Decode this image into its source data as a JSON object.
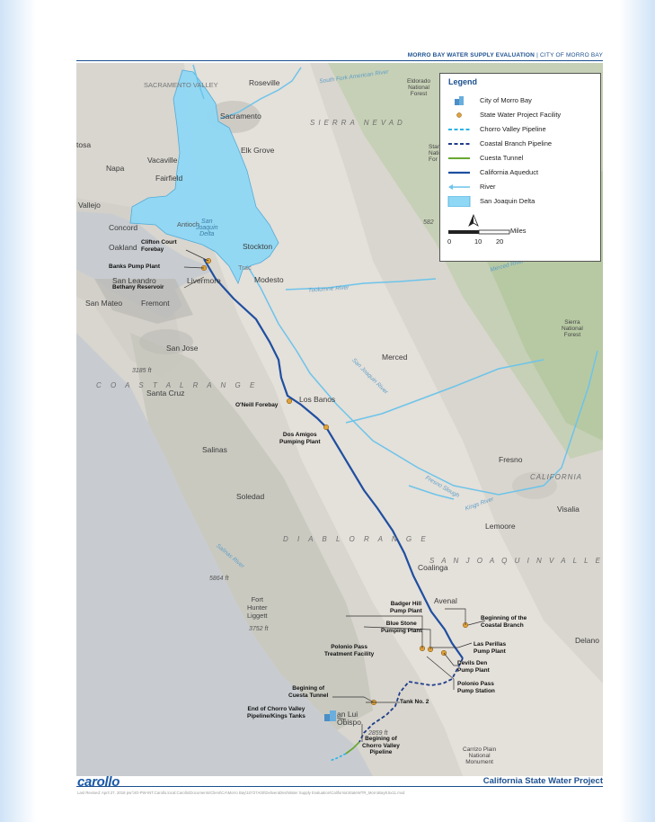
{
  "header": {
    "report_title": "MORRO BAY WATER SUPPLY EVALUATION",
    "separator": "|",
    "city": "CITY OF MORRO BAY"
  },
  "legend": {
    "title": "Legend",
    "items": [
      {
        "label": "City of Morro Bay",
        "icon": "city-icon"
      },
      {
        "label": "State Water Project Facility",
        "icon": "facility-dot",
        "color": "#e0a23c"
      },
      {
        "label": "Chorro Valley Pipeline",
        "icon": "dashed-light-line",
        "color": "#2bb3e6"
      },
      {
        "label": "Coastal Branch Pipeline",
        "icon": "dashed-dark-line",
        "color": "#1f3d8a"
      },
      {
        "label": "Cuesta Tunnel",
        "icon": "green-line",
        "color": "#6aa832"
      },
      {
        "label": "California Aqueduct",
        "icon": "blue-line",
        "color": "#1f4fa0"
      },
      {
        "label": "River",
        "icon": "river-arrow",
        "color": "#6cc4ea"
      },
      {
        "label": "San Joaquin Delta",
        "icon": "delta-swatch",
        "color": "#8fd8f5"
      }
    ],
    "scale": {
      "unit": "Miles",
      "ticks": [
        "0",
        "10",
        "20"
      ]
    }
  },
  "places": [
    {
      "id": "sacramento-valley",
      "text": "SACRAMENTO VALLEY"
    },
    {
      "id": "roseville",
      "text": "Roseville"
    },
    {
      "id": "eldorado",
      "text": "Eldorado\nNational\nForest"
    },
    {
      "id": "sacramento",
      "text": "Sacramento"
    },
    {
      "id": "sierra-nevada",
      "text": "SIERRA NEVAD"
    },
    {
      "id": "rosa",
      "text": "tosa"
    },
    {
      "id": "napa",
      "text": "Napa"
    },
    {
      "id": "vacaville",
      "text": "Vacaville"
    },
    {
      "id": "elk-grove",
      "text": "Elk Grove"
    },
    {
      "id": "fairfield",
      "text": "Fairfield"
    },
    {
      "id": "vallejo",
      "text": "Vallejo"
    },
    {
      "id": "concord",
      "text": "Concord"
    },
    {
      "id": "antioch",
      "text": "Antioch"
    },
    {
      "id": "san-joaquin-delta",
      "text": "San\nJoaquin\nDelta"
    },
    {
      "id": "stockton",
      "text": "Stockton"
    },
    {
      "id": "oakland",
      "text": "Oakland"
    },
    {
      "id": "tracy",
      "text": "Trac"
    },
    {
      "id": "san-leandro",
      "text": "San Leandro"
    },
    {
      "id": "livermore",
      "text": "Livermore"
    },
    {
      "id": "modesto",
      "text": "Modesto"
    },
    {
      "id": "san-mateo",
      "text": "San Mateo"
    },
    {
      "id": "fremont",
      "text": "Fremont"
    },
    {
      "id": "stanislaus",
      "text": "Stani\nNatio\nFor"
    },
    {
      "id": "san-jose",
      "text": "San Jose"
    },
    {
      "id": "merced",
      "text": "Merced"
    },
    {
      "id": "sierra-nf",
      "text": "Sierra\nNational\nForest"
    },
    {
      "id": "coastal-range",
      "text": "C O A S T A L   R A N G E"
    },
    {
      "id": "los-banos",
      "text": "Los Banos"
    },
    {
      "id": "santa-cruz",
      "text": "Santa Cruz"
    },
    {
      "id": "fresno",
      "text": "Fresno"
    },
    {
      "id": "california",
      "text": "CALIFORNIA"
    },
    {
      "id": "salinas",
      "text": "Salinas"
    },
    {
      "id": "soledad",
      "text": "Soledad"
    },
    {
      "id": "visalia",
      "text": "Visalia"
    },
    {
      "id": "lemoore",
      "text": "Lemoore"
    },
    {
      "id": "diablo-range",
      "text": "D I A B L O   R A N G E"
    },
    {
      "id": "coalinga",
      "text": "Coalinga"
    },
    {
      "id": "san-joaquin-valley",
      "text": "S A N   J O A Q U I N   V A L L E Y"
    },
    {
      "id": "fort-hunter-liggett",
      "text": "Fort\nHunter\nLiggett"
    },
    {
      "id": "avenal",
      "text": "Avenal"
    },
    {
      "id": "delano",
      "text": "Delano"
    },
    {
      "id": "san-luis-obispo",
      "text": "an Lui\nObispo"
    },
    {
      "id": "carrizo",
      "text": "Carrizo Plain\nNational\nMonument"
    }
  ],
  "elevations": [
    {
      "id": "e582",
      "text": "582"
    },
    {
      "id": "e3185",
      "text": "3185 ft"
    },
    {
      "id": "e5864",
      "text": "5864 ft"
    },
    {
      "id": "e3752",
      "text": "3752 ft"
    },
    {
      "id": "e2859",
      "text": "2859 ft"
    }
  ],
  "rivers": [
    {
      "id": "south-fork",
      "text": "South Fork American River"
    },
    {
      "id": "tuolumne",
      "text": "Tuolumne River"
    },
    {
      "id": "merced-river",
      "text": "Merced River"
    },
    {
      "id": "san-joaquin-river",
      "text": "San Joaquin River"
    },
    {
      "id": "fresno-slough",
      "text": "Fresno Slough"
    },
    {
      "id": "kings-river",
      "text": "Kings River"
    },
    {
      "id": "salinas-river",
      "text": "Salinas River"
    }
  ],
  "facilities": [
    {
      "id": "clifton",
      "text": "Clifton Court\nForebay"
    },
    {
      "id": "banks",
      "text": "Banks Pump Plant"
    },
    {
      "id": "bethany",
      "text": "Bethany Reservoir"
    },
    {
      "id": "oneill",
      "text": "O'Neill Forebay"
    },
    {
      "id": "dos-amigos",
      "text": "Dos Amigos\nPumping Plant"
    },
    {
      "id": "badger-hill",
      "text": "Badger Hill\nPump Plant"
    },
    {
      "id": "beginning-coastal",
      "text": "Beginning of the\nCoastal Branch"
    },
    {
      "id": "blue-stone",
      "text": "Blue Stone\nPumping Plant"
    },
    {
      "id": "polonio-tf",
      "text": "Polonio Pass\nTreatment Facility"
    },
    {
      "id": "las-perillas",
      "text": "Las Perillas\nPump Plant"
    },
    {
      "id": "devils-den",
      "text": "Devils Den\nPump Plant"
    },
    {
      "id": "polonio-ps",
      "text": "Polonio Pass\nPump Station"
    },
    {
      "id": "cuesta",
      "text": "Begining of\nCuesta Tunnel"
    },
    {
      "id": "tank2",
      "text": "Tank No. 2"
    },
    {
      "id": "chorro-end",
      "text": "End of Chorro Valley\nPipeline/Kings Tanks"
    },
    {
      "id": "chorro-begin",
      "text": "Begining of\nChorro Valley\nPipeline"
    }
  ],
  "footer": {
    "logo": "carollo",
    "title": "California State Water Project",
    "path": "Last Revised: April 27, 2018 pw:\\\\IO-PW-INT.Carollo.local:Carollo\\Documents\\Client\\CA\\Morro Bay\\10727A00\\Deliverables\\Water Supply Evaluation\\California\\StateWTR_MorroBay8.5x11.mxd"
  }
}
